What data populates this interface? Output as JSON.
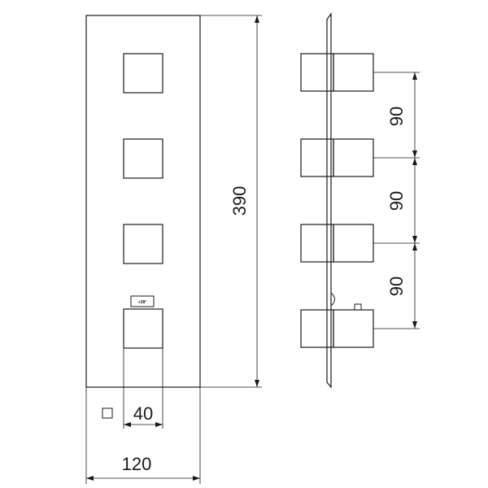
{
  "dimensions": {
    "height": "390",
    "width": "120",
    "knob_size": "40",
    "knob_size_symbol": "□",
    "spacing": [
      "90",
      "90",
      "90"
    ]
  },
  "thermostat_label": "+38°"
}
